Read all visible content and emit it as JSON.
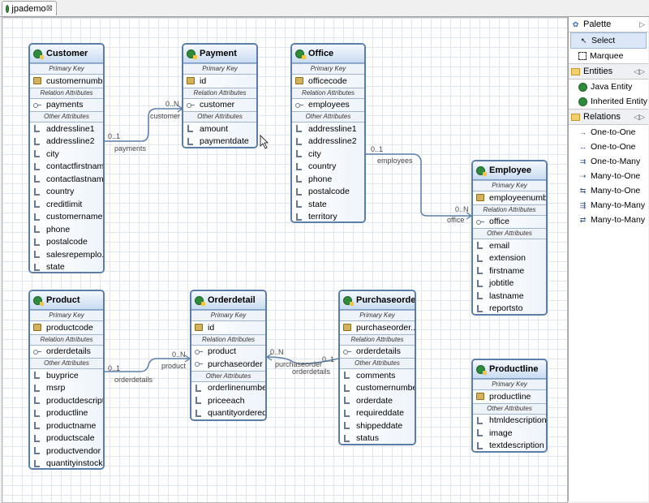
{
  "tab": {
    "title": "jpademo",
    "close": "⊠"
  },
  "palette": {
    "title": "Palette",
    "tools": [
      "Select",
      "Marquee"
    ],
    "entities_label": "Entities",
    "entities": [
      "Java Entity",
      "Inherited Entity"
    ],
    "relations_label": "Relations",
    "relations": [
      "One-to-One",
      "One-to-One",
      "One-to-Many",
      "Many-to-One",
      "Many-to-One",
      "Many-to-Many",
      "Many-to-Many"
    ]
  },
  "sections": {
    "primary": "Primary Key",
    "relation": "Relation Attributes",
    "other": "Other Attributes"
  },
  "entities": {
    "customer": {
      "name": "Customer",
      "pk": [
        "customernumber"
      ],
      "rel": [
        "payments"
      ],
      "other": [
        "addressline1",
        "addressline2",
        "city",
        "contactfirstname",
        "contactlastname",
        "country",
        "creditlimit",
        "customername",
        "phone",
        "postalcode",
        "salesrepemplo...",
        "state"
      ]
    },
    "payment": {
      "name": "Payment",
      "pk": [
        "id"
      ],
      "rel": [
        "customer"
      ],
      "other": [
        "amount",
        "paymentdate"
      ]
    },
    "office": {
      "name": "Office",
      "pk": [
        "officecode"
      ],
      "rel": [
        "employees"
      ],
      "other": [
        "addressline1",
        "addressline2",
        "city",
        "country",
        "phone",
        "postalcode",
        "state",
        "territory"
      ]
    },
    "employee": {
      "name": "Employee",
      "pk": [
        "employeenumber"
      ],
      "rel": [
        "office"
      ],
      "other": [
        "email",
        "extension",
        "firstname",
        "jobtitle",
        "lastname",
        "reportsto"
      ]
    },
    "product": {
      "name": "Product",
      "pk": [
        "productcode"
      ],
      "rel": [
        "orderdetails"
      ],
      "other": [
        "buyprice",
        "msrp",
        "productdescript...",
        "productline",
        "productname",
        "productscale",
        "productvendor",
        "quantityinstock"
      ]
    },
    "orderdetail": {
      "name": "Orderdetail",
      "pk": [
        "id"
      ],
      "rel": [
        "product",
        "purchaseorder"
      ],
      "other": [
        "orderlinenumber",
        "priceeach",
        "quantityordered"
      ]
    },
    "purchaseorder": {
      "name": "Purchaseorder",
      "pk": [
        "purchaseorder..."
      ],
      "rel": [
        "orderdetails"
      ],
      "other": [
        "comments",
        "customernumber",
        "orderdate",
        "requireddate",
        "shippeddate",
        "status"
      ]
    },
    "productline": {
      "name": "Productline",
      "pk": [
        "productline"
      ],
      "rel": [],
      "other": [
        "htmldescription",
        "image",
        "textdescription"
      ]
    }
  },
  "connection_labels": {
    "c_payments_card": "0..1",
    "c_payments": "payments",
    "c_customer_card": "0..N",
    "c_customer": "customer",
    "o_employees_card": "0..1",
    "o_employees": "employees",
    "o_office_card": "0..N",
    "o_office": "office",
    "p_card": "0..1",
    "p_orderdetails": "orderdetails",
    "od_card": "0..N",
    "od_product": "product",
    "od2_card": "0..N",
    "od2_purchaseorder": "purchaseorder",
    "po_card": "0..1",
    "po_orderdetails": "orderdetails"
  }
}
